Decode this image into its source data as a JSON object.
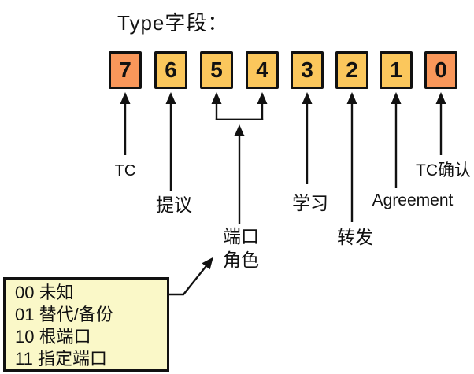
{
  "title": "Type字段：",
  "bits": [
    {
      "value": "7",
      "highlight": true
    },
    {
      "value": "6",
      "highlight": false
    },
    {
      "value": "5",
      "highlight": false
    },
    {
      "value": "4",
      "highlight": false
    },
    {
      "value": "3",
      "highlight": false
    },
    {
      "value": "2",
      "highlight": false
    },
    {
      "value": "1",
      "highlight": false
    },
    {
      "value": "0",
      "highlight": true
    }
  ],
  "labels": {
    "tc": "TC",
    "proposal": "提议",
    "port_role_line1": "端口",
    "port_role_line2": "角色",
    "learning": "学习",
    "forwarding": "转发",
    "agreement": "Agreement",
    "tc_ack": "TC确认"
  },
  "legend": {
    "items": [
      "00 未知",
      "01 替代/备份",
      "10 根端口",
      "11 指定端口"
    ]
  },
  "colors": {
    "highlight_fill": "#F9975A",
    "normal_fill": "#FBC75C",
    "legend_fill": "#FAF8C8",
    "line": "#111111",
    "text": "#111111"
  }
}
